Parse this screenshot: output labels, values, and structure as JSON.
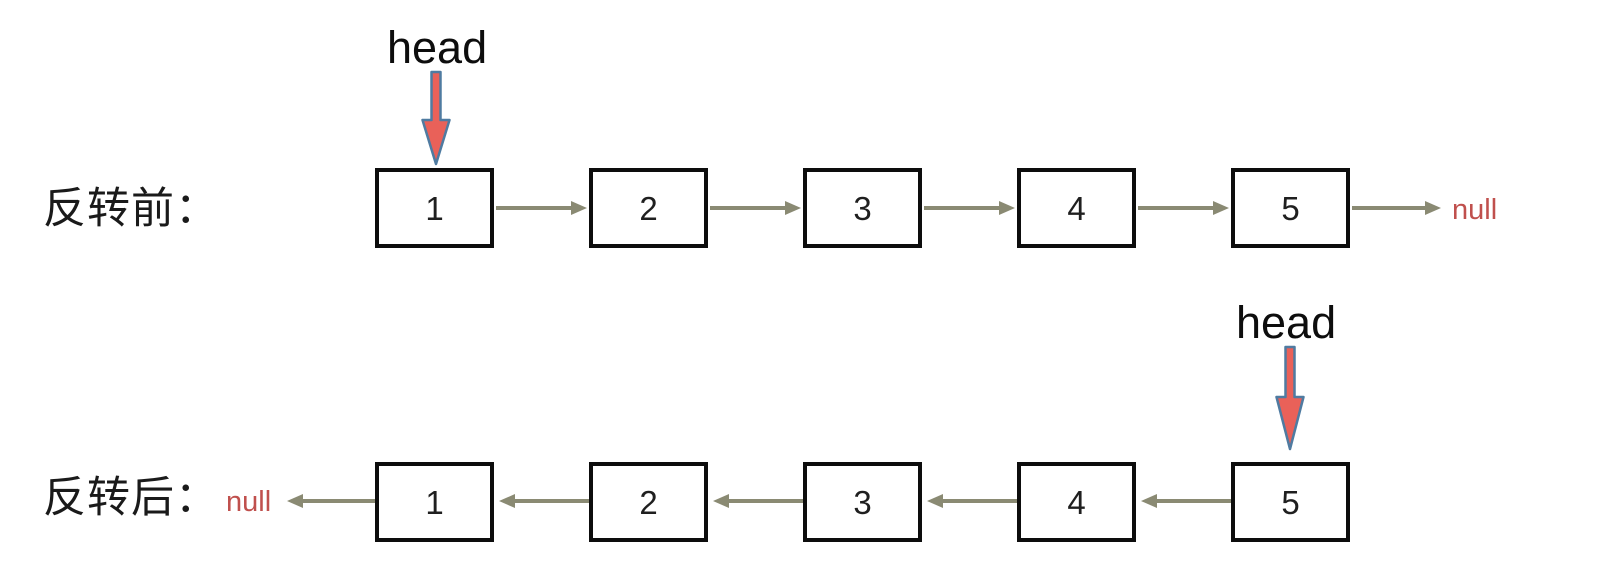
{
  "diagram_title": "singly-linked-list-reversal",
  "colors": {
    "background": "#ffffff",
    "box_border": "#0d0d0d",
    "node_text": "#1f1f1f",
    "label_text": "#1a1a1a",
    "pointer_arrow": "#8a8a73",
    "null_text": "#c0504d",
    "head_text": "#0d0d0d",
    "head_arrow_fill": "#e96159",
    "head_arrow_stroke": "#4f7ba1"
  },
  "before": {
    "label": "反转前：",
    "head_label": "head",
    "head_points_to": "1",
    "null_label": "null",
    "direction": "right",
    "nodes": [
      "1",
      "2",
      "3",
      "4",
      "5"
    ]
  },
  "after": {
    "label": "反转后：",
    "head_label": "head",
    "head_points_to": "5",
    "null_label": "null",
    "direction": "left",
    "nodes": [
      "1",
      "2",
      "3",
      "4",
      "5"
    ]
  }
}
